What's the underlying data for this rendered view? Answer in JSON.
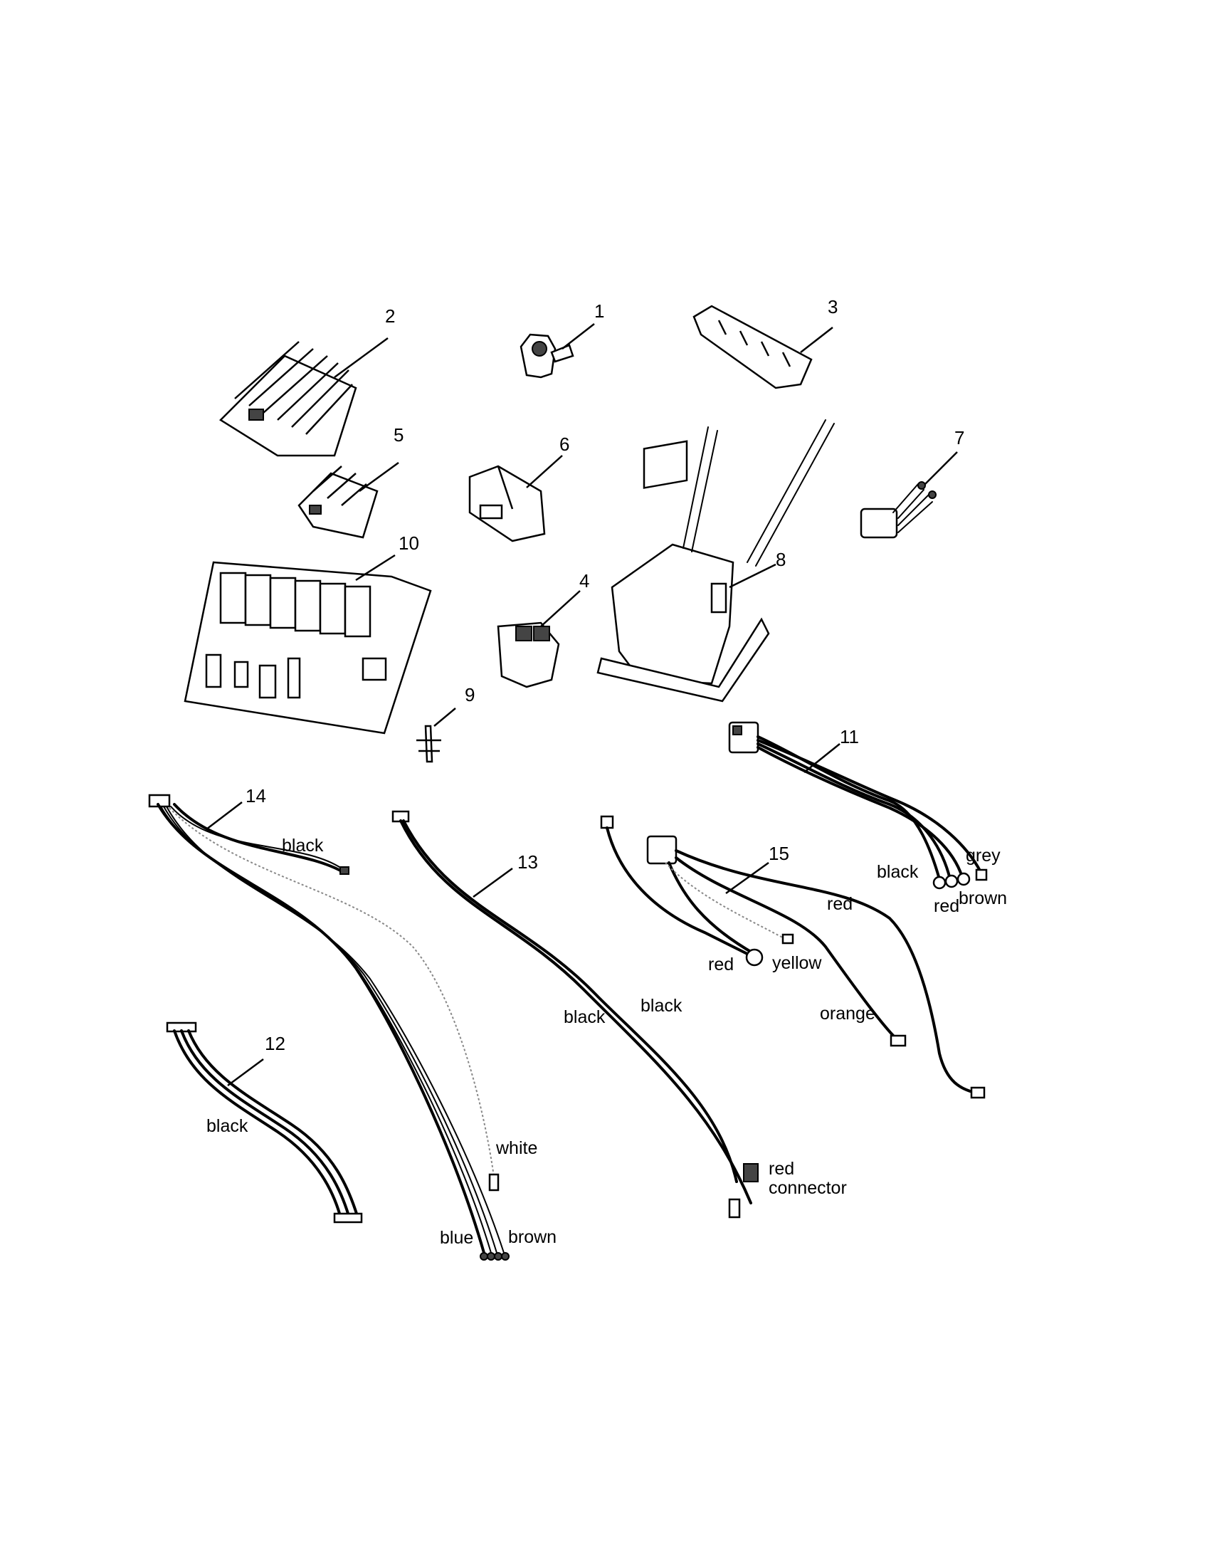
{
  "callouts": {
    "n1": "1",
    "n2": "2",
    "n3": "3",
    "n4": "4",
    "n5": "5",
    "n6": "6",
    "n7": "7",
    "n8": "8",
    "n9": "9",
    "n10": "10",
    "n11": "11",
    "n12": "12",
    "n13": "13",
    "n14": "14",
    "n15": "15"
  },
  "wire_labels": {
    "p14_black": "black",
    "p14_white": "white",
    "p14_blue": "blue",
    "p14_brown": "brown",
    "p13_black_a": "black",
    "p13_black_b": "black",
    "p13_red": "red",
    "p13_connector": "connector",
    "p15_red_a": "red",
    "p15_yellow": "yellow",
    "p15_red_b": "red",
    "p15_orange": "orange",
    "p11_black": "black",
    "p11_grey": "grey",
    "p11_red": "red",
    "p11_brown": "brown",
    "p12_black": "black"
  },
  "icons": [
    "terminal-block-icon",
    "relay-icon",
    "transformer-icon",
    "circuit-board-icon",
    "wire-harness-icon"
  ]
}
